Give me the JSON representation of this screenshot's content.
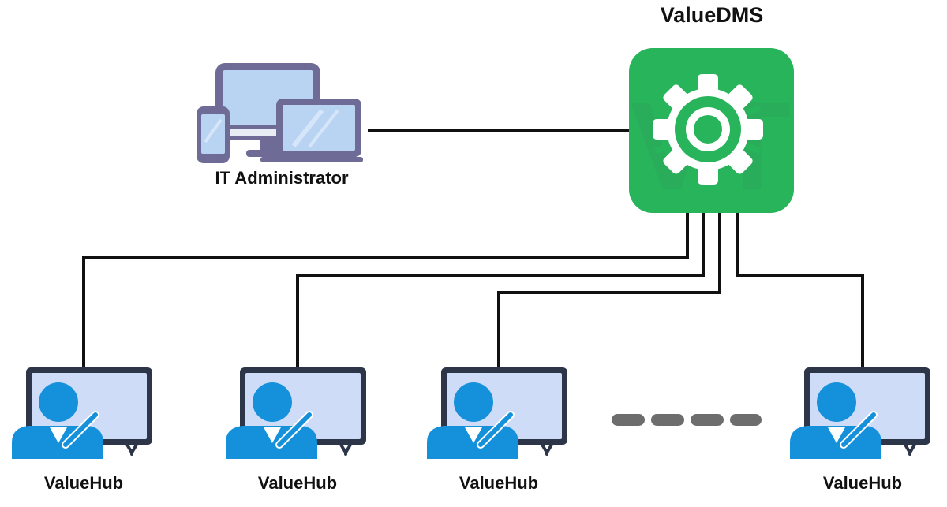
{
  "server": {
    "title": "ValueDMS",
    "icon": "gear-icon",
    "color": "#27b45a"
  },
  "admin": {
    "label": "IT Administrator",
    "icon": "devices-icon",
    "frame_color": "#6e6b96",
    "screen_color": "#b9d3f2"
  },
  "hubs": [
    {
      "label": "ValueHub",
      "icon": "presenter-board-icon"
    },
    {
      "label": "ValueHub",
      "icon": "presenter-board-icon"
    },
    {
      "label": "ValueHub",
      "icon": "presenter-board-icon"
    },
    {
      "label": "ValueHub",
      "icon": "presenter-board-icon"
    }
  ],
  "hub_style": {
    "frame_color": "#2d3648",
    "screen_color": "#cfdcf8",
    "person_color": "#1591dc"
  },
  "ellipsis": {
    "icon": "ellipsis-dashes-icon",
    "color": "#6d6d6d"
  }
}
